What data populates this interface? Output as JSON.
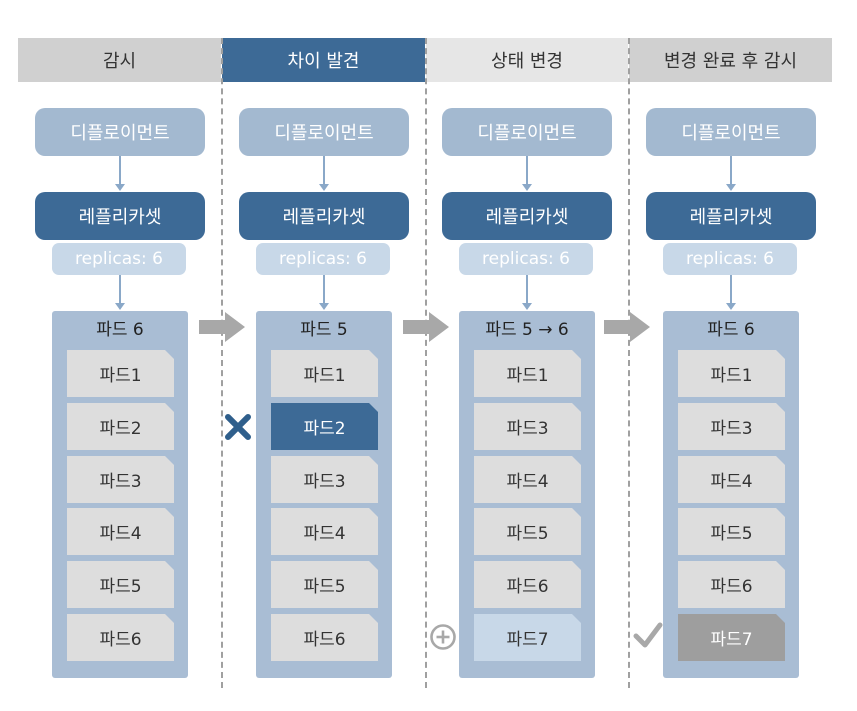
{
  "colors": {
    "header_gray": "#d0d0d0",
    "header_active": "#3d6a96",
    "header_light": "#e6e6e6",
    "deployment": "#a3b9d0",
    "replicaset": "#3d6a96",
    "replicas": "#c8d8e8",
    "pod_box": "#a9bdd4",
    "pod": "#dddddd",
    "pod_crash": "#3d6a96",
    "pod_new": "#c8d8e8",
    "pod_done": "#9e9e9e",
    "flow_arrow": "#a8a8a8",
    "x_mark": "#2f5f8c"
  },
  "columns": [
    {
      "header": "감시",
      "deployment": "디플로이먼트",
      "replicaset": "레플리카셋",
      "replicas": "replicas: 6",
      "pod_title": "파드 6",
      "pods": [
        "파드1",
        "파드2",
        "파드3",
        "파드4",
        "파드5",
        "파드6"
      ]
    },
    {
      "header": "차이 발견",
      "deployment": "디플로이먼트",
      "replicaset": "레플리카셋",
      "replicas": "replicas: 6",
      "pod_title": "파드 5",
      "pods": [
        "파드1",
        "파드2",
        "파드3",
        "파드4",
        "파드5",
        "파드6"
      ]
    },
    {
      "header": "상태 변경",
      "deployment": "디플로이먼트",
      "replicaset": "레플리카셋",
      "replicas": "replicas: 6",
      "pod_title": "파드 5 → 6",
      "pods": [
        "파드1",
        "파드3",
        "파드4",
        "파드5",
        "파드6",
        "파드7"
      ]
    },
    {
      "header": "변경 완료 후 감시",
      "deployment": "디플로이먼트",
      "replicaset": "레플리카셋",
      "replicas": "replicas: 6",
      "pod_title": "파드 6",
      "pods": [
        "파드1",
        "파드3",
        "파드4",
        "파드5",
        "파드6",
        "파드7"
      ]
    }
  ]
}
